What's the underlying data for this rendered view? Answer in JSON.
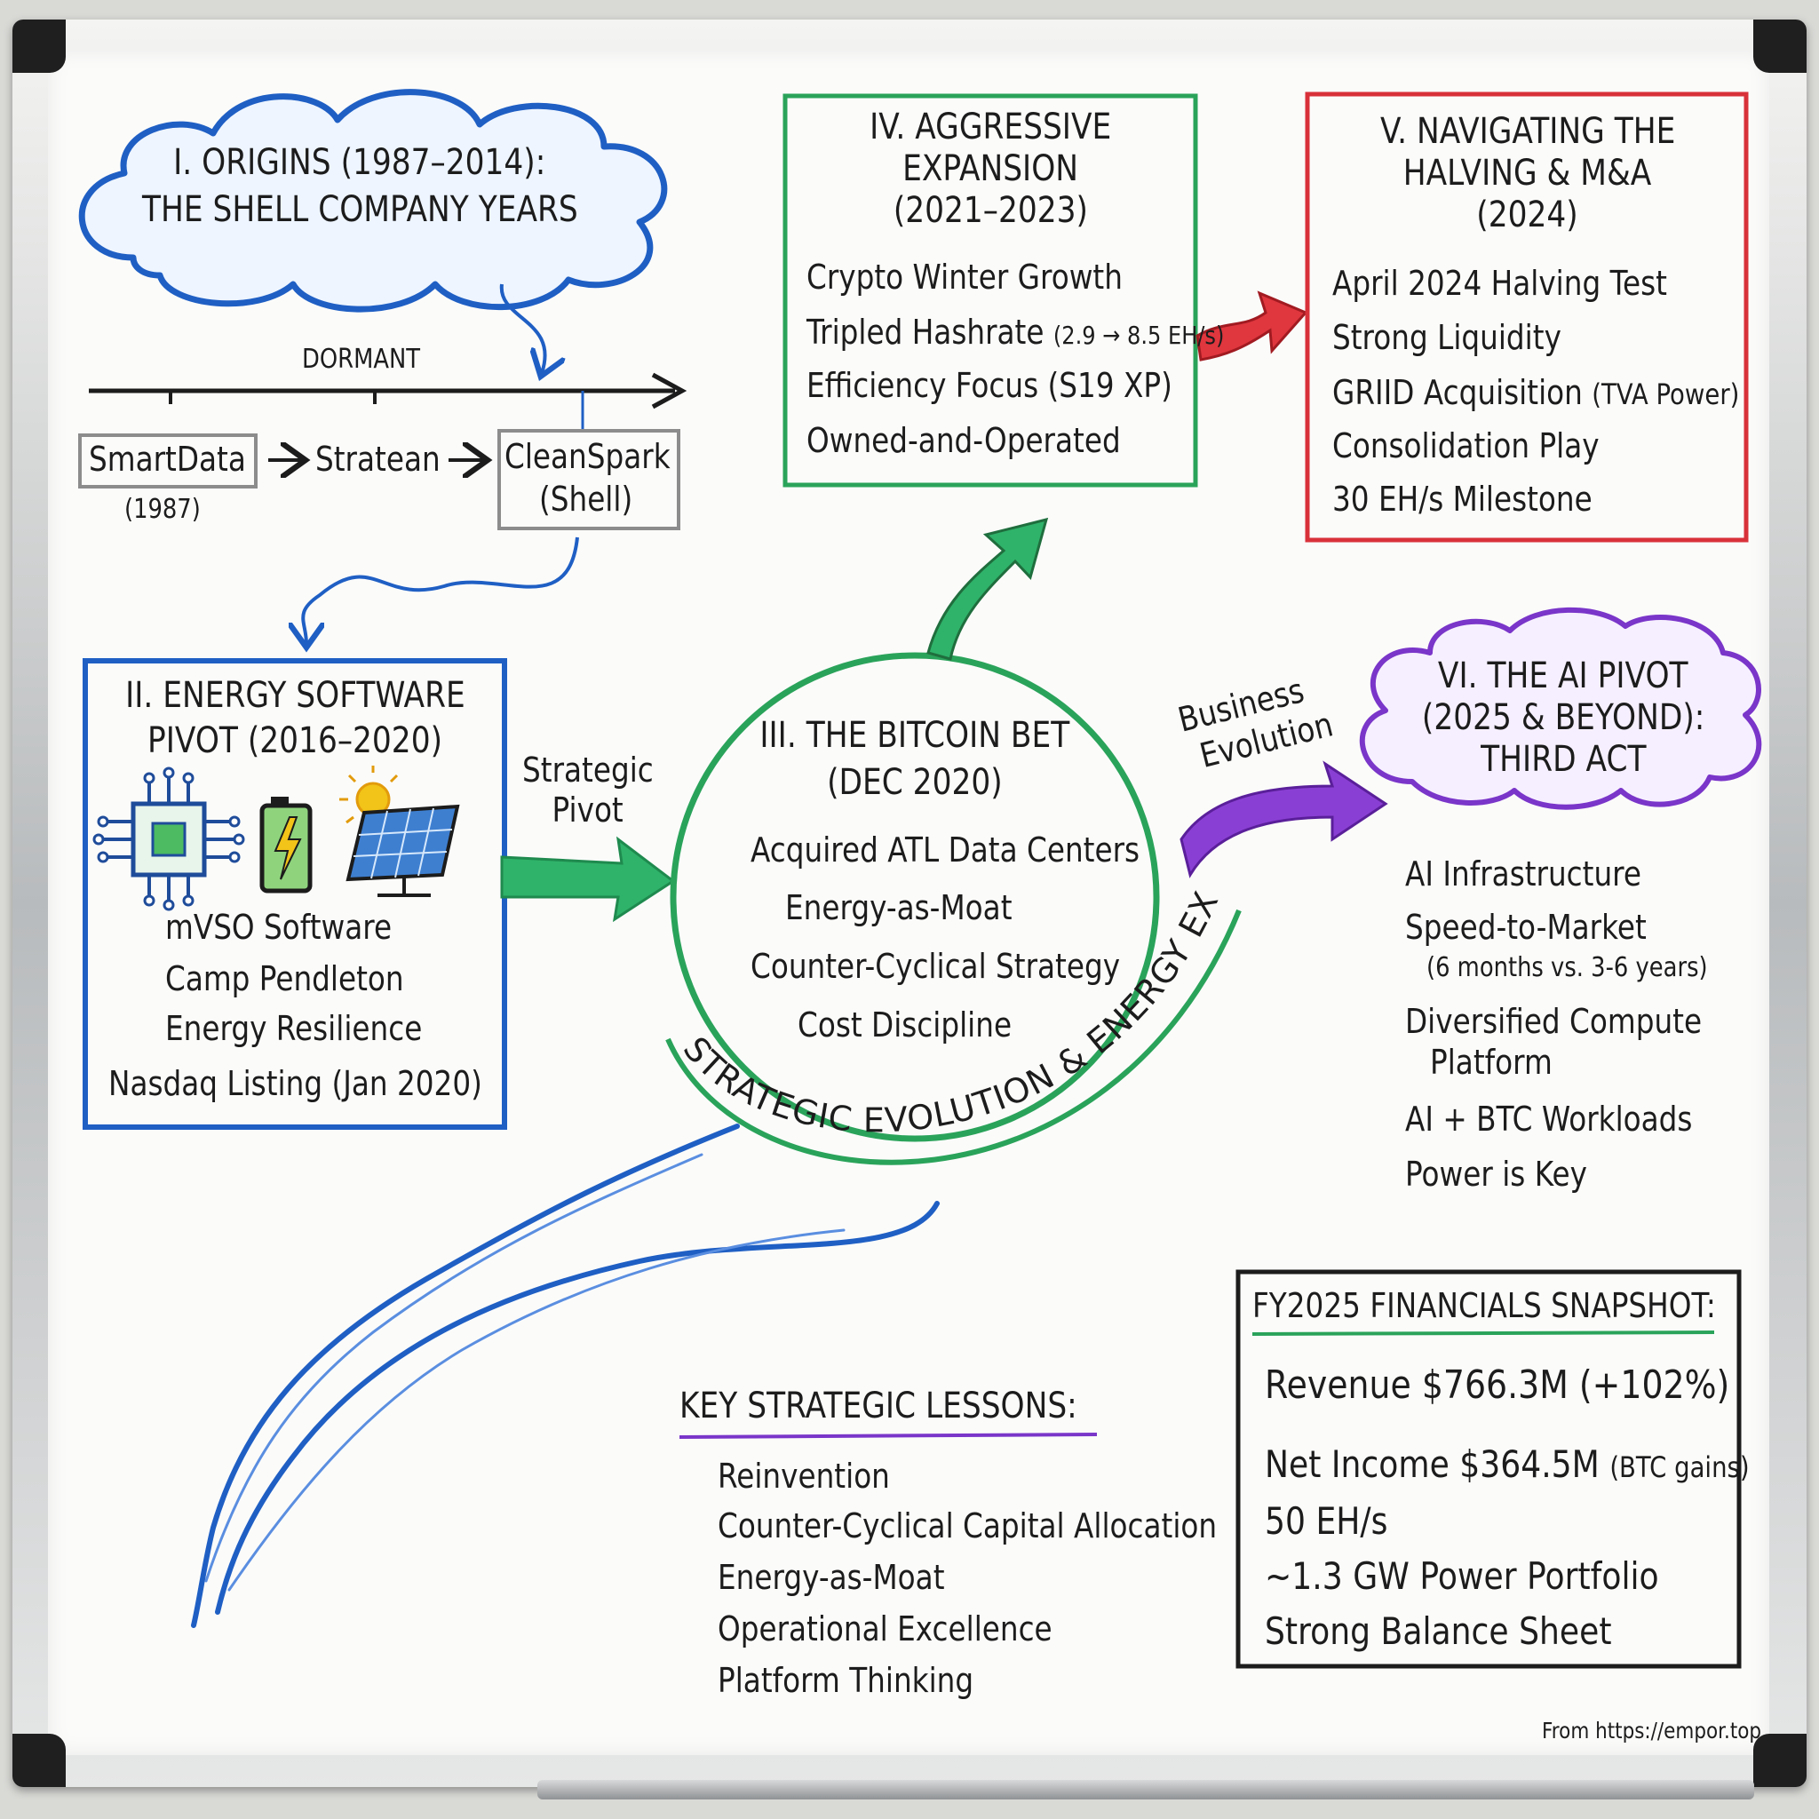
{
  "colors": {
    "blue": "#1f5fc4",
    "green": "#2aa35a",
    "red": "#d8313a",
    "purple": "#7a35c9",
    "black": "#1c1c1c",
    "grey": "#8c8c8c"
  },
  "section1": {
    "title_l1": "I. ORIGINS (1987–2014):",
    "title_l2": "THE SHELL COMPANY YEARS",
    "dormant": "DORMANT",
    "stage1": "SmartData",
    "stage1_year": "(1987)",
    "stage2": "Stratean",
    "stage3": "CleanSpark",
    "stage3_note": "(Shell)"
  },
  "section2": {
    "title_l1": "II. ENERGY SOFTWARE",
    "title_l2": "PIVOT (2016–2020)",
    "icons": [
      "chip-icon",
      "battery-icon",
      "solar-panel-icon"
    ],
    "items": [
      "mVSO Software",
      "Camp Pendleton",
      "Energy Resilience",
      "Nasdaq Listing (Jan 2020)"
    ]
  },
  "arrow_pivot": {
    "label_l1": "Strategic",
    "label_l2": "Pivot"
  },
  "section3": {
    "title_l1": "III. THE BITCOIN BET",
    "title_l2": "(DEC 2020)",
    "items": [
      "Acquired ATL Data Centers",
      "Energy-as-Moat",
      "Counter-Cyclical Strategy",
      "Cost Discipline"
    ],
    "arc_label": "STRATEGIC EVOLUTION & ENERGY EXPERTISE"
  },
  "section4": {
    "title_l1": "IV. AGGRESSIVE",
    "title_l2": "EXPANSION",
    "title_l3": "(2021–2023)",
    "items": [
      "Crypto Winter Growth",
      "Owned-and-Operated"
    ],
    "hashrate": "Tripled Hashrate",
    "hashrate_note": "(2.9 → 8.5 EH/s)",
    "efficiency": "Efficiency Focus (S19 XP)"
  },
  "section5": {
    "title_l1": "V. NAVIGATING THE",
    "title_l2": "HALVING & M&A",
    "title_l3": "(2024)",
    "items": [
      "April 2024 Halving Test",
      "Strong Liquidity",
      "Consolidation Play",
      "30 EH/s Milestone"
    ],
    "griid": "GRIID Acquisition",
    "griid_note": "(TVA Power)"
  },
  "arrow_business": {
    "label_l1": "Business",
    "label_l2": "Evolution"
  },
  "section6": {
    "title_l1": "VI. THE AI PIVOT",
    "title_l2": "(2025 & BEYOND):",
    "title_l3": "THIRD ACT",
    "items": [
      "AI Infrastructure",
      "Speed-to-Market",
      "(6 months vs. 3-6 years)",
      "Diversified Compute",
      "Platform",
      "AI + BTC Workloads",
      "Power is Key"
    ]
  },
  "lessons": {
    "title": "KEY STRATEGIC LESSONS:",
    "items": [
      "Reinvention",
      "Counter-Cyclical Capital Allocation",
      "Energy-as-Moat",
      "Operational Excellence",
      "Platform Thinking"
    ]
  },
  "financials": {
    "title": "FY2025 FINANCIALS SNAPSHOT:",
    "revenue": "Revenue $766.3M (+102%)",
    "net_income": "Net Income $364.5M",
    "net_income_note": "(BTC gains)",
    "items": [
      "50 EH/s",
      "~1.3 GW Power Portfolio",
      "Strong Balance Sheet"
    ]
  },
  "footer": {
    "source": "From https://empor.top"
  }
}
